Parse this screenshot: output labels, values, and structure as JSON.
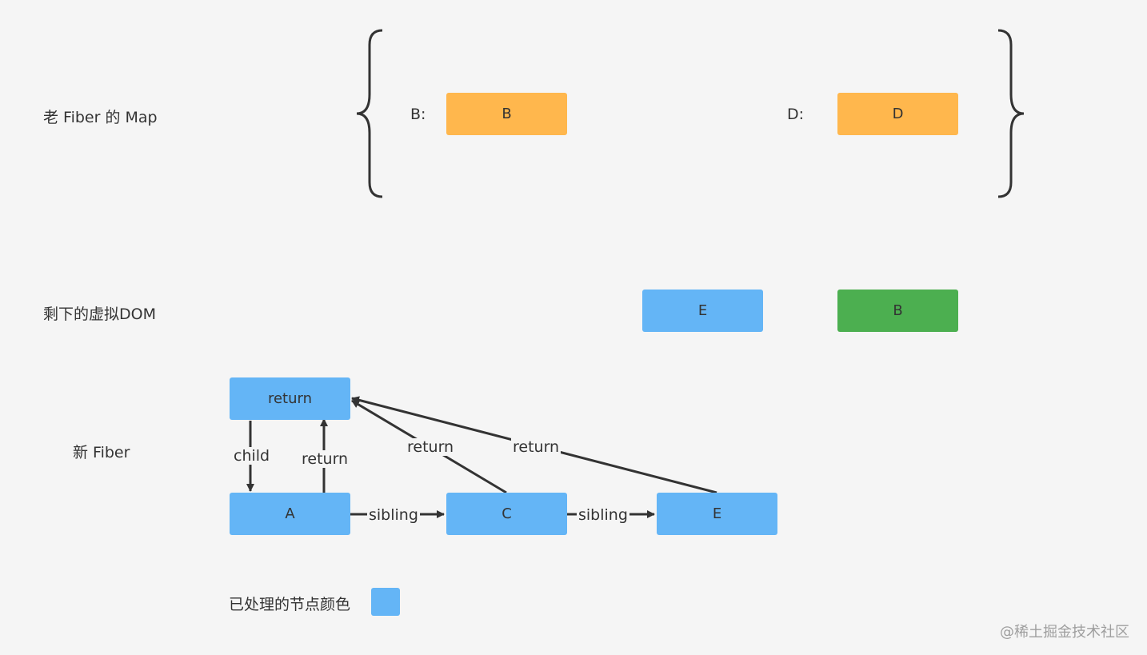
{
  "rows": {
    "old_map_label": "老 Fiber 的 Map",
    "remaining_vdom_label": "剩下的虚拟DOM",
    "new_fiber_label": "新 Fiber"
  },
  "old_map": {
    "entries": [
      {
        "key": "B:",
        "node": "B"
      },
      {
        "key": "D:",
        "node": "D"
      }
    ]
  },
  "remaining_vdom": [
    {
      "label": "E",
      "color": "#64b5f6"
    },
    {
      "label": "B",
      "color": "#4caf50"
    }
  ],
  "new_fiber": {
    "nodes": {
      "return": "return",
      "a": "A",
      "c": "C",
      "e": "E"
    },
    "edges": {
      "child": "child",
      "a_return": "return",
      "c_return": "return",
      "e_return": "return",
      "a_c_sibling": "sibling",
      "c_e_sibling": "sibling"
    }
  },
  "legend": {
    "label": "已处理的节点颜色",
    "color": "#64b5f6"
  },
  "watermark": "@稀土掘金技术社区",
  "colors": {
    "old_node": "#ffb74d",
    "processed": "#64b5f6",
    "new_vdom": "#4caf50",
    "background": "#f5f5f5"
  }
}
